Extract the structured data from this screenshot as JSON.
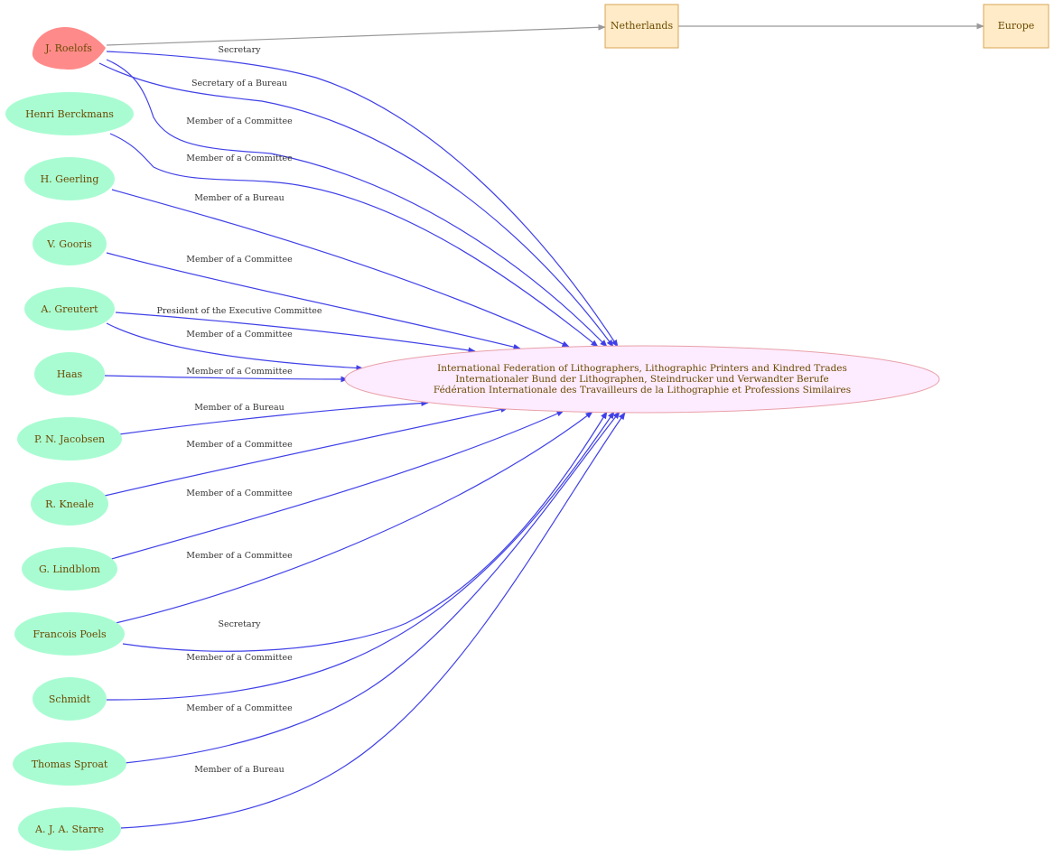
{
  "colors": {
    "person_fill": "#a9fcd2",
    "highlight_fill": "#ff8a8a",
    "org_fill": "#fdebff",
    "org_stroke": "#e8a0a8",
    "place_fill": "#ffebc7",
    "place_stroke": "#d9a456",
    "edge": "#4040e8",
    "edge_gray": "#999999"
  },
  "organization": {
    "lines": [
      "International Federation of Lithographers, Lithographic Printers and Kindred Trades",
      "Internationaler Bund der Lithographen, Steindrucker und Verwandter Berufe",
      "Fédération Internationale des Travailleurs de la Lithographie et Professions Similaires"
    ]
  },
  "places": [
    {
      "id": "netherlands",
      "label": "Netherlands"
    },
    {
      "id": "europe",
      "label": "Europe"
    }
  ],
  "people": [
    {
      "id": "roelofs",
      "label": "J. Roelofs",
      "highlight": true
    },
    {
      "id": "berckmans",
      "label": "Henri Berckmans"
    },
    {
      "id": "geerling",
      "label": "H. Geerling"
    },
    {
      "id": "gooris",
      "label": "V. Gooris"
    },
    {
      "id": "greutert",
      "label": "A. Greutert"
    },
    {
      "id": "haas",
      "label": "Haas"
    },
    {
      "id": "jacobsen",
      "label": "P. N. Jacobsen"
    },
    {
      "id": "kneale",
      "label": "R. Kneale"
    },
    {
      "id": "lindblom",
      "label": "G. Lindblom"
    },
    {
      "id": "poels",
      "label": "Francois Poels"
    },
    {
      "id": "schmidt",
      "label": "Schmidt"
    },
    {
      "id": "sproat",
      "label": "Thomas Sproat"
    },
    {
      "id": "starre",
      "label": "A. J. A. Starre"
    }
  ],
  "edges": [
    {
      "from": "roelofs",
      "to": "netherlands",
      "label": ""
    },
    {
      "from": "netherlands",
      "to": "europe",
      "label": ""
    },
    {
      "from": "roelofs",
      "to": "org",
      "label": "Secretary"
    },
    {
      "from": "roelofs",
      "to": "org",
      "label": "Secretary of a Bureau"
    },
    {
      "from": "roelofs",
      "to": "org",
      "label": "Member of a Committee"
    },
    {
      "from": "berckmans",
      "to": "org",
      "label": "Member of a Committee"
    },
    {
      "from": "geerling",
      "to": "org",
      "label": "Member of a Bureau"
    },
    {
      "from": "gooris",
      "to": "org",
      "label": "Member of a Committee"
    },
    {
      "from": "greutert",
      "to": "org",
      "label": "President of the Executive Committee"
    },
    {
      "from": "greutert",
      "to": "org",
      "label": "Member of a Committee"
    },
    {
      "from": "haas",
      "to": "org",
      "label": "Member of a Committee"
    },
    {
      "from": "jacobsen",
      "to": "org",
      "label": "Member of a Bureau"
    },
    {
      "from": "kneale",
      "to": "org",
      "label": "Member of a Committee"
    },
    {
      "from": "lindblom",
      "to": "org",
      "label": "Member of a Committee"
    },
    {
      "from": "poels",
      "to": "org",
      "label": "Member of a Committee"
    },
    {
      "from": "poels",
      "to": "org",
      "label": "Secretary"
    },
    {
      "from": "schmidt",
      "to": "org",
      "label": "Member of a Committee"
    },
    {
      "from": "sproat",
      "to": "org",
      "label": "Member of a Committee"
    },
    {
      "from": "starre",
      "to": "org",
      "label": "Member of a Bureau"
    }
  ]
}
